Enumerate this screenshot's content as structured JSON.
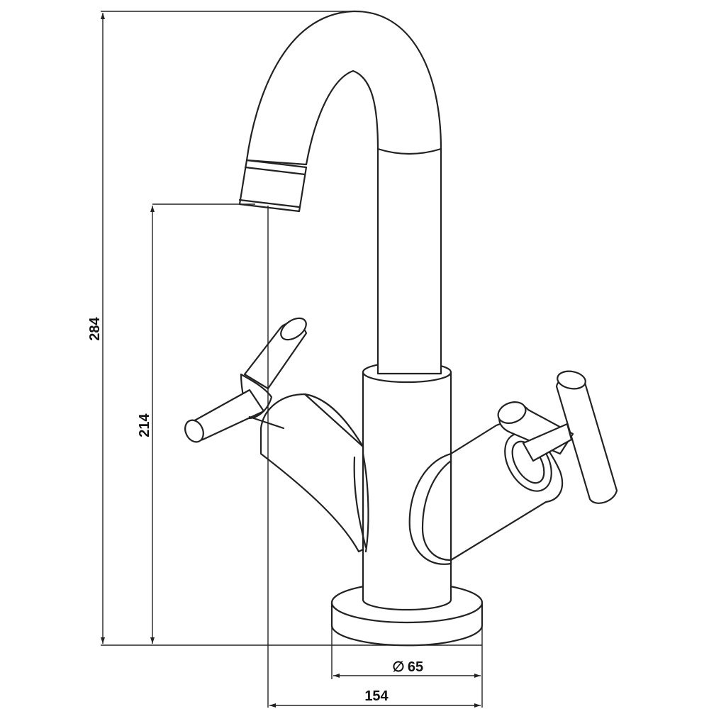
{
  "dimensions": {
    "total_height": "284",
    "spout_height": "214",
    "base_diameter_symbol": "∅",
    "base_diameter": "65",
    "spout_reach": "154"
  }
}
